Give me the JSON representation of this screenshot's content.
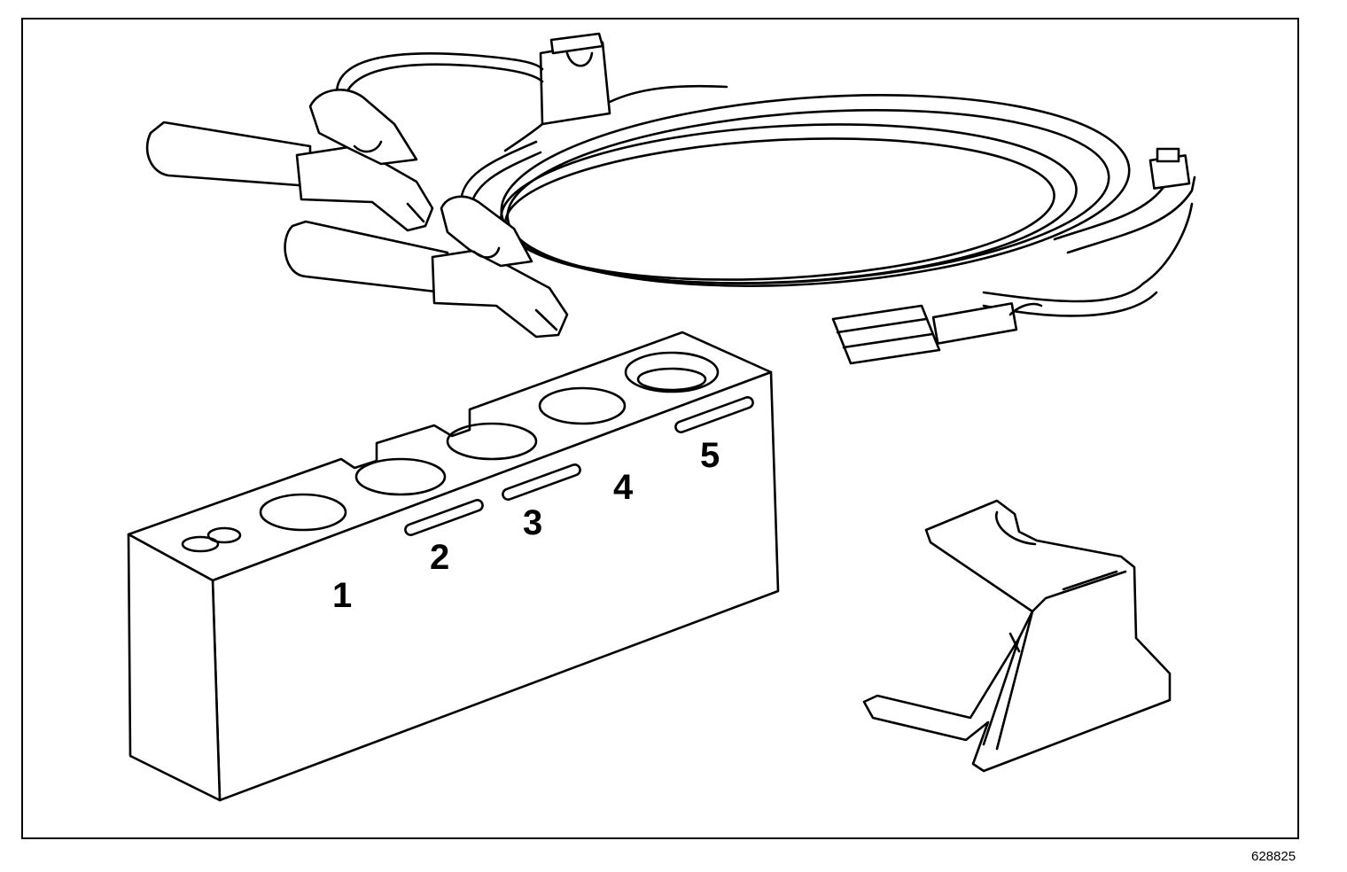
{
  "figure": {
    "reference_number": "628825",
    "slot_labels": [
      "1",
      "2",
      "3",
      "4",
      "5"
    ]
  }
}
